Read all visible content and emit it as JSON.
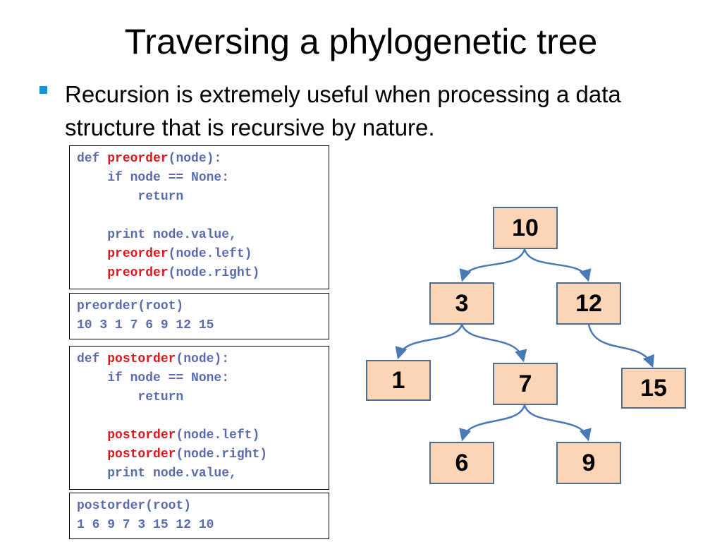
{
  "slide": {
    "title": "Traversing a phylogenetic tree",
    "bullet": "Recursion is extremely useful when processing a data structure that is recursive by nature."
  },
  "code_blocks": {
    "preorder_def": {
      "line1_def": "def ",
      "line1_fn": "preorder",
      "line1_rest": "(node):",
      "line2": "    if node == None:",
      "line3": "        return",
      "line5": "    print node.value,",
      "line6_fn": "preorder",
      "line6_rest": "(node.left)",
      "line7_fn": "preorder",
      "line7_rest": "(node.right)"
    },
    "preorder_out": {
      "call": "preorder(root)",
      "result": "10 3 1 7 6 9 12 15"
    },
    "postorder_def": {
      "line1_def": "def ",
      "line1_fn": "postorder",
      "line1_rest": "(node):",
      "line2": "    if node == None:",
      "line3": "        return",
      "line5_fn": "postorder",
      "line5_rest": "(node.left)",
      "line6_fn": "postorder",
      "line6_rest": "(node.right)",
      "line7": "    print node.value,"
    },
    "postorder_out": {
      "call": "postorder(root)",
      "result": "1 6 9 7 3 15 12 10"
    }
  },
  "tree": {
    "nodes": {
      "n10": "10",
      "n3": "3",
      "n12": "12",
      "n1": "1",
      "n7": "7",
      "n15": "15",
      "n6": "6",
      "n9": "9"
    }
  },
  "colors": {
    "code_text": "#5b6cae",
    "code_keyword_fn": "#e0161b",
    "node_fill": "#fbd5b5",
    "node_border": "#4f6d8e",
    "edge": "#4a7ab5",
    "bullet": "#1f8fd6"
  }
}
